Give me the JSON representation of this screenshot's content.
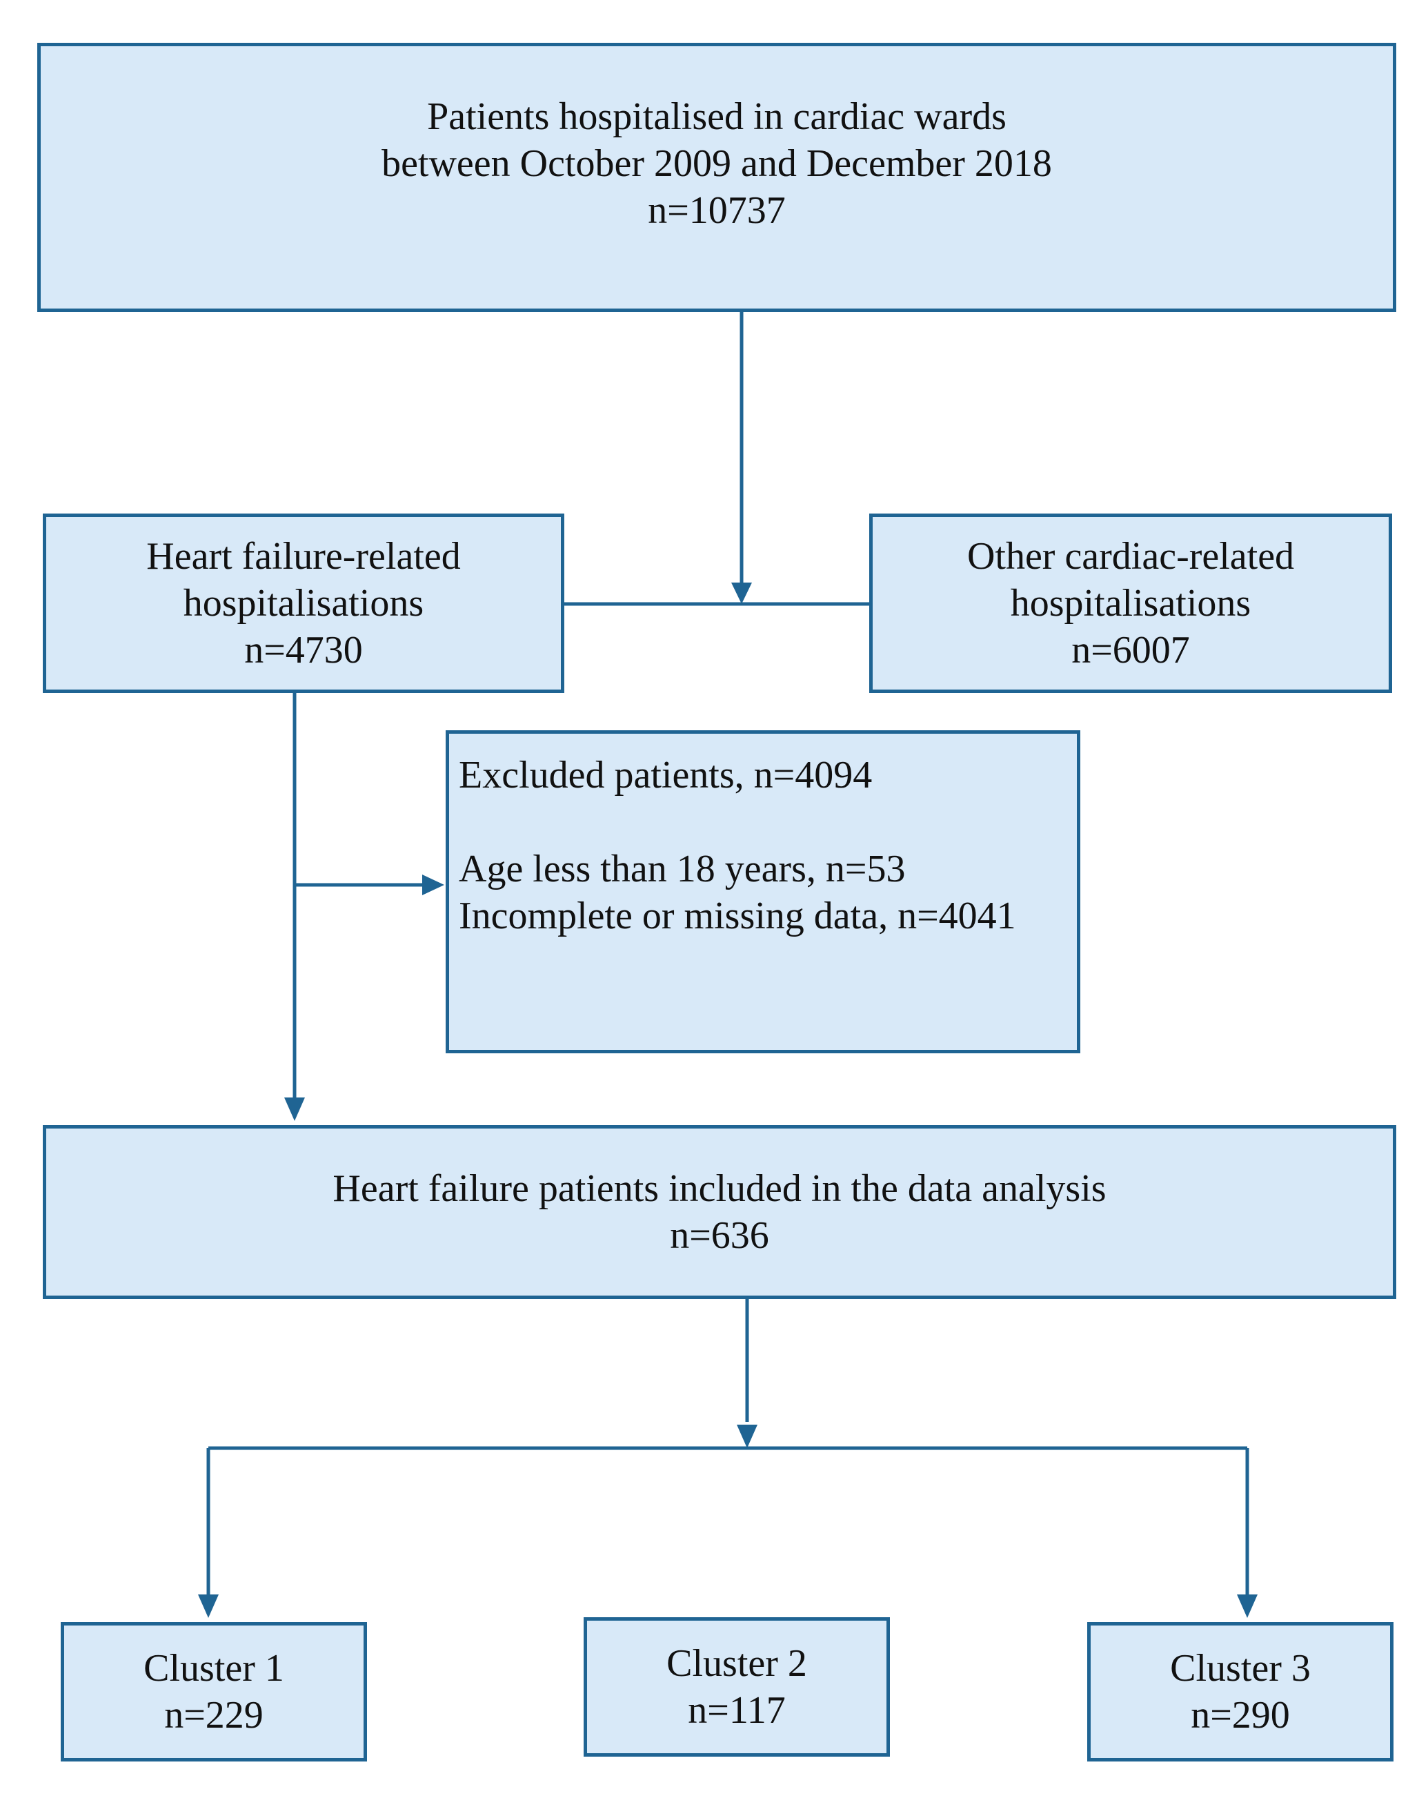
{
  "boxes": {
    "top": {
      "line1": "Patients hospitalised in cardiac wards",
      "line2": "between October 2009 and December 2018",
      "count": "n=10737"
    },
    "heart_failure": {
      "line1": "Heart failure-related",
      "line2": "hospitalisations",
      "count": "n=4730"
    },
    "other_cardiac": {
      "line1": "Other cardiac-related",
      "line2": "hospitalisations",
      "count": "n=6007"
    },
    "excluded": {
      "heading": "Excluded patients, n=4094",
      "reasons": [
        "Age less than 18 years,  n=53",
        "Incomplete or missing data, n=4041"
      ]
    },
    "included": {
      "line1": "Heart failure patients included in the data analysis",
      "count": "n=636"
    },
    "clusters": [
      {
        "label": "Cluster 1",
        "count": "n=229"
      },
      {
        "label": "Cluster 2",
        "count": "n=117"
      },
      {
        "label": "Cluster 3",
        "count": "n=290"
      }
    ]
  },
  "colors": {
    "box_fill": "#d8e9f8",
    "box_border": "#1f6493",
    "connector": "#1f6493",
    "text": "#111111"
  }
}
